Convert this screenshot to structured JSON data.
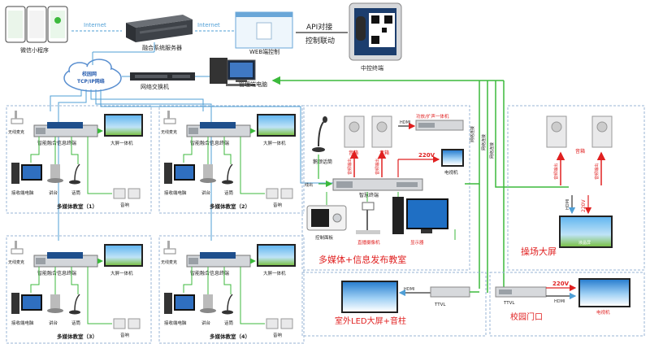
{
  "top": {
    "internet_left": "Internet",
    "internet_right": "Internet",
    "wechat_label": "微信小程序",
    "server_label": "融合系统服务器",
    "web_label": "WEB端控制",
    "api_label1": "API对接",
    "api_label2": "控制联动",
    "terminal_label": "中控终端",
    "cloud_line1": "校园网",
    "cloud_line2": "TCP/IP网络",
    "switch_label": "网络交换机",
    "pc_label": "管理端电脑"
  },
  "classrooms": [
    {
      "mic_label": "无线麦克",
      "terminal": "智能融合信息终端",
      "screen": "大屏一体机",
      "pc": "接收端电脑",
      "desk": "讲台",
      "podium": "话筒",
      "speaker": "音响",
      "title": "多媒体教室（1）"
    },
    {
      "mic_label": "无线麦克",
      "terminal": "智能融合信息终端",
      "screen": "大屏一体机",
      "pc": "接收端电脑",
      "desk": "讲台",
      "podium": "话筒",
      "speaker": "音响",
      "title": "多媒体教室（2）"
    },
    {
      "mic_label": "无线麦克",
      "terminal": "智能融合信息终端",
      "screen": "大屏一体机",
      "pc": "接收端电脑",
      "desk": "讲台",
      "podium": "话筒",
      "speaker": "音响",
      "title": "多媒体教室（3）"
    },
    {
      "mic_label": "无线麦克",
      "terminal": "智能融合信息终端",
      "screen": "大屏一体机",
      "pc": "接收端电脑",
      "desk": "讲台",
      "podium": "话筒",
      "speaker": "音响",
      "title": "多媒体教室（4）"
    }
  ],
  "publish_room": {
    "title": "多媒体+信息发布教室",
    "gooseneck": "鹅颈话筒",
    "speaker": "音箱",
    "hdmi": "HDMI",
    "decoder": "功放/扩声一体机",
    "voltage": "220V",
    "display": "电视机",
    "host": "智慧终端",
    "panel": "控制面板",
    "camera": "直播摄像机",
    "monitor": "显示器",
    "lineout": "线出",
    "audio1": "音频输出",
    "audio2": "音频输出"
  },
  "playground": {
    "title": "操场大屏",
    "speaker": "音箱",
    "audio1": "音频输出",
    "audio2": "音频输出",
    "hdmi": "HDMI",
    "voltage": "220V",
    "screen_label": "液晶屏"
  },
  "outdoor": {
    "title": "室外LED大屏+音柱",
    "hdmi": "HDMI",
    "box": "TTVL"
  },
  "gate": {
    "title": "校园门口",
    "box": "TTVL",
    "voltage": "220V",
    "hdmi": "HDMI",
    "screen_label": "电视机"
  },
  "links": {
    "net1": "网络",
    "net2": "网络",
    "net3": "网络",
    "l1": "网络连接",
    "l2": "网络连接",
    "l3": "网络连接"
  },
  "colors": {
    "green": "#3cba3c",
    "blue_line": "#4f9fd6",
    "red": "#e02020",
    "dash_border": "#9ab6d6"
  }
}
